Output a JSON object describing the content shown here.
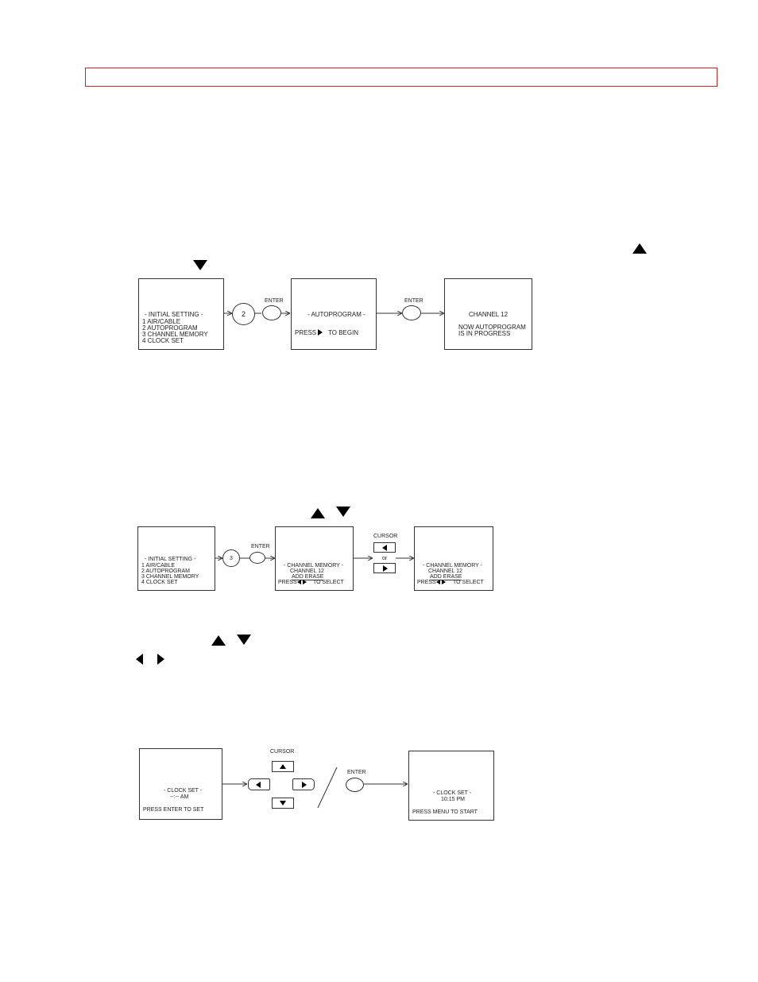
{
  "diagram1": {
    "screen1": {
      "title": "- INITIAL SETTING -",
      "items": [
        "1  AIR/CABLE",
        "2  AUTOPROGRAM",
        "3  CHANNEL MEMORY",
        "4  CLOCK SET"
      ]
    },
    "key_number": "2",
    "enter1": "ENTER",
    "screen2": {
      "title": "- AUTOPROGRAM -",
      "press": "PRESS",
      "to_begin": "TO BEGIN"
    },
    "enter2": "ENTER",
    "screen3": {
      "line1": "CHANNEL 12",
      "line2": "NOW AUTOPROGRAM",
      "line3": "IS IN PROGRESS"
    }
  },
  "diagram2": {
    "screen1": {
      "title": "- INITIAL SETTING -",
      "items": [
        "1  AIR/CABLE",
        "2  AUTOPROGRAM",
        "3  CHANNEL MEMORY",
        "4  CLOCK SET"
      ]
    },
    "key_number": "3",
    "enter": "ENTER",
    "screen2": {
      "title": "- CHANNEL MEMORY -",
      "channel": "CHANNEL    12",
      "options": "ADD    ERASE",
      "press": "PRESS",
      "to_select": "TO SELECT"
    },
    "cursor_label": "CURSOR",
    "or_label": "or",
    "screen3": {
      "title": "- CHANNEL MEMORY -",
      "channel": "CHANNEL    12",
      "options": "ADD    ERASE",
      "press": "PRESS",
      "to_select": "TO SELECT"
    }
  },
  "diagram3": {
    "screen1": {
      "title": "- CLOCK SET -",
      "time": "--:-- AM",
      "hint": "PRESS ENTER TO SET"
    },
    "cursor_label": "CURSOR",
    "enter": "ENTER",
    "screen2": {
      "title": "- CLOCK SET -",
      "time": "10:15 PM",
      "hint": "PRESS MENU TO START"
    }
  },
  "icons": [
    "up-arrow-icon",
    "down-arrow-icon",
    "left-arrow-icon",
    "right-arrow-icon"
  ],
  "colors": {
    "header_border": "#d21f1f"
  }
}
